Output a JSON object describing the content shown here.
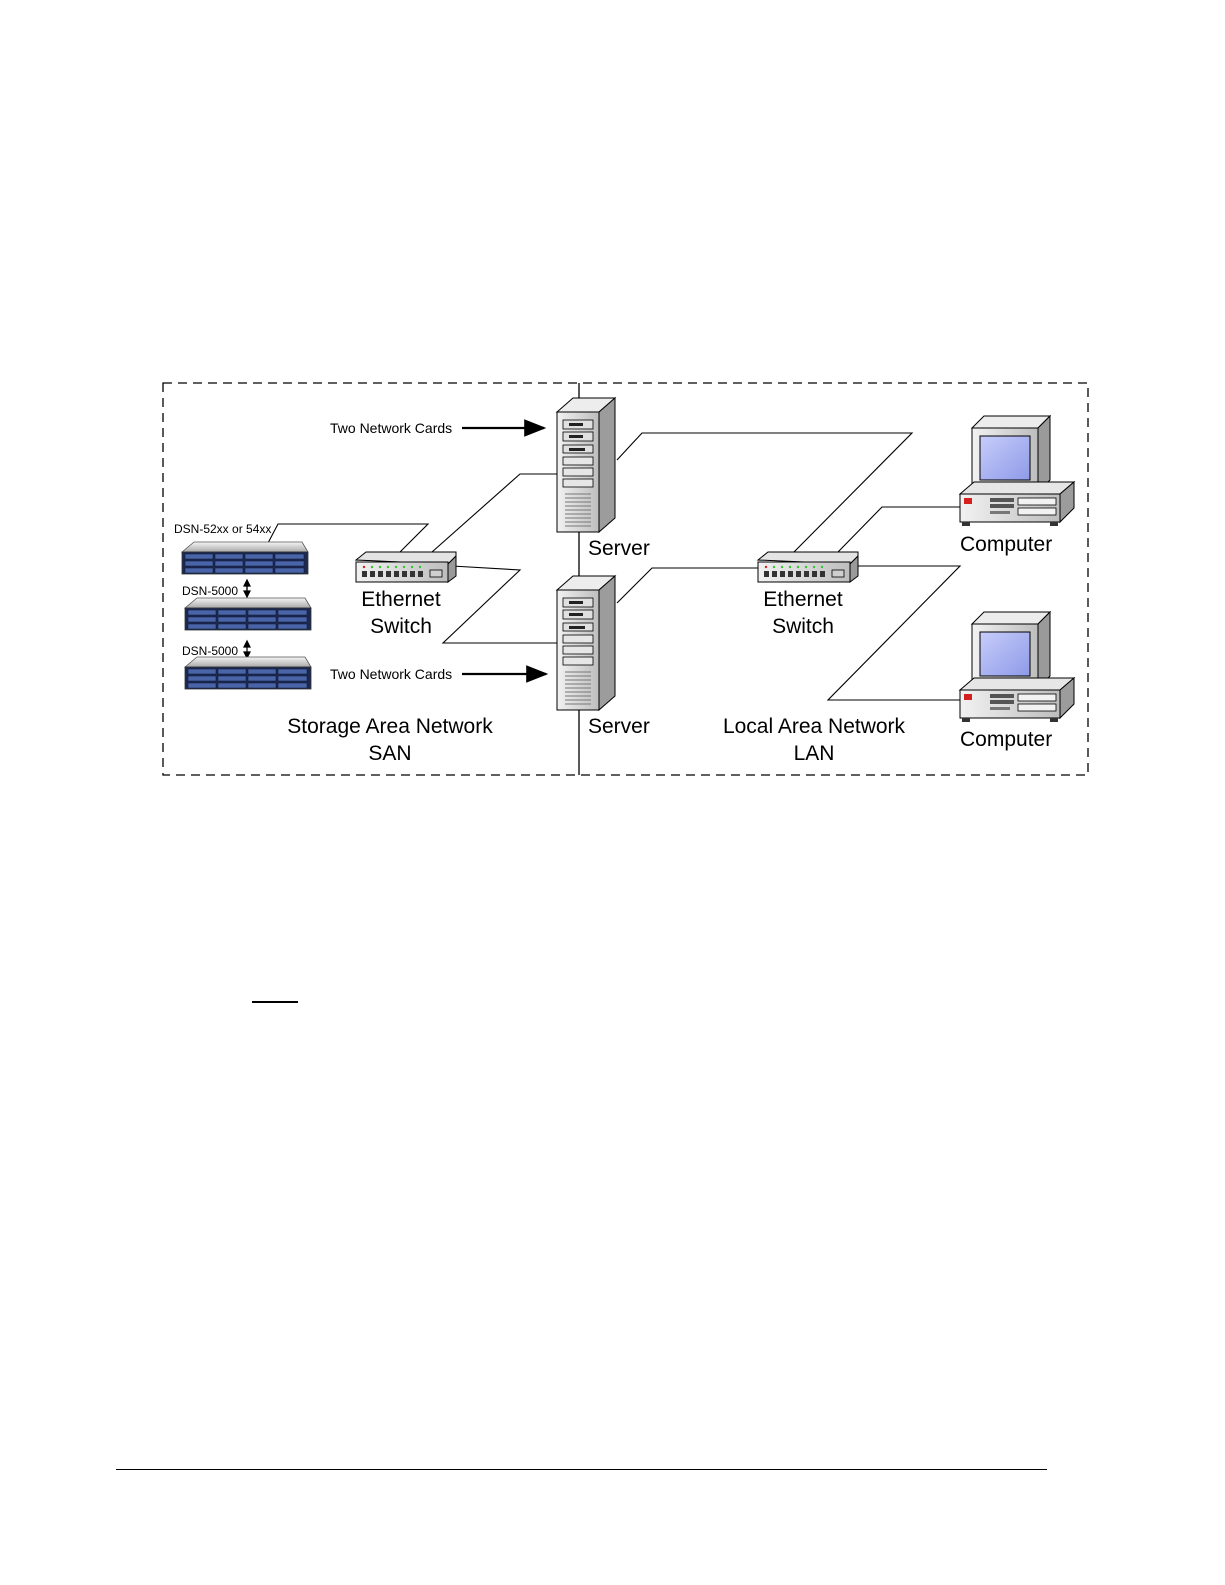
{
  "diagram": {
    "labels": {
      "two_network_cards_top": "Two Network Cards",
      "two_network_cards_bottom": "Two Network Cards",
      "dsn_primary": "DSN-52xx or 54xx",
      "dsn_expansion_1": "DSN-5000",
      "dsn_expansion_2": "DSN-5000",
      "server_top": "Server",
      "server_bottom": "Server",
      "switch_san_line1": "Ethernet",
      "switch_san_line2": "Switch",
      "switch_lan_line1": "Ethernet",
      "switch_lan_line2": "Switch",
      "computer_top": "Computer",
      "computer_bottom": "Computer",
      "san_line1": "Storage Area Network",
      "san_line2": "SAN",
      "lan_line1": "Local Area Network",
      "lan_line2": "LAN"
    },
    "icons": [
      "storage-array-icon",
      "server-tower-icon",
      "ethernet-switch-icon",
      "desktop-computer-icon"
    ],
    "colors": {
      "stroke": "#000000",
      "screen": "#9aa6ee",
      "chassis": "#d9d9d9",
      "storage_face": "#1c2a52",
      "led_green": "#2ec92e",
      "led_red": "#d62020"
    }
  }
}
